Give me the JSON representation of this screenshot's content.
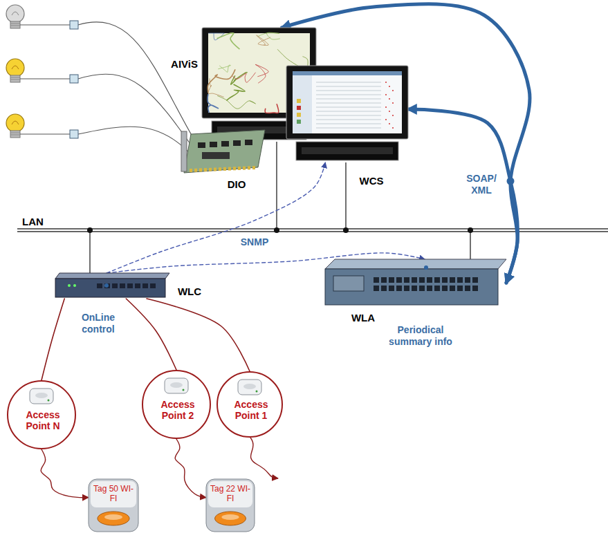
{
  "diagram": {
    "nodes": [
      {
        "text": [
          "AIViS"
        ]
      },
      {
        "text": [
          "WCS"
        ]
      },
      {
        "text": [
          "DIO"
        ]
      },
      {
        "text": [
          "WLC",
          "OnLine control"
        ]
      },
      {
        "text": [
          "WLA",
          "Periodical summary info"
        ]
      },
      {
        "text": [
          "Access Point N"
        ]
      },
      {
        "text": [
          "Access Point 2"
        ]
      },
      {
        "text": [
          "Access Point 1"
        ]
      },
      {
        "text": [
          "Tag 50 WI-FI"
        ]
      },
      {
        "text": [
          "Tag 22 WI-FI"
        ]
      }
    ],
    "edges": [
      {
        "from": 4,
        "to": 0,
        "arrow": "both",
        "label": "SOAP/ XML"
      },
      {
        "from": 4,
        "to": 1,
        "arrow": "both"
      },
      {
        "from": 3,
        "to": 1,
        "arrow": "to",
        "label": "SNMP"
      },
      {
        "from": 3,
        "to": 4,
        "arrow": "to"
      },
      {
        "from": 3,
        "to": 5,
        "arrow": "none"
      },
      {
        "from": 3,
        "to": 6,
        "arrow": "none"
      },
      {
        "from": 3,
        "to": 7,
        "arrow": "none"
      },
      {
        "from": 5,
        "to": 8,
        "arrow": "to"
      },
      {
        "from": 6,
        "to": 9,
        "arrow": "to"
      }
    ],
    "labels": [
      "LAN"
    ]
  }
}
